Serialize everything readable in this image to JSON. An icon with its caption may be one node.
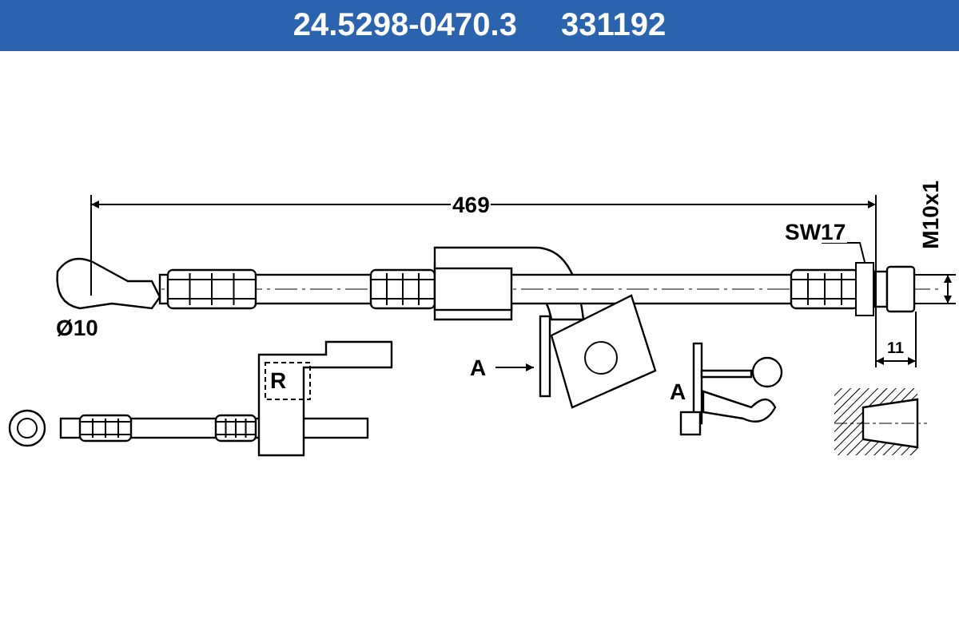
{
  "diagram": {
    "title": "24.5298-0470.3 331192",
    "nodes": [
      {
        "text": [
          "SW17"
        ]
      },
      {
        "text": [],
        "shape": "box"
      }
    ],
    "edges": [
      {
        "from": 0,
        "to": 1,
        "arrow": "none"
      }
    ],
    "labels": [
      "469",
      "M10x1",
      "Ø10",
      "11",
      "A",
      "R",
      "A"
    ]
  }
}
